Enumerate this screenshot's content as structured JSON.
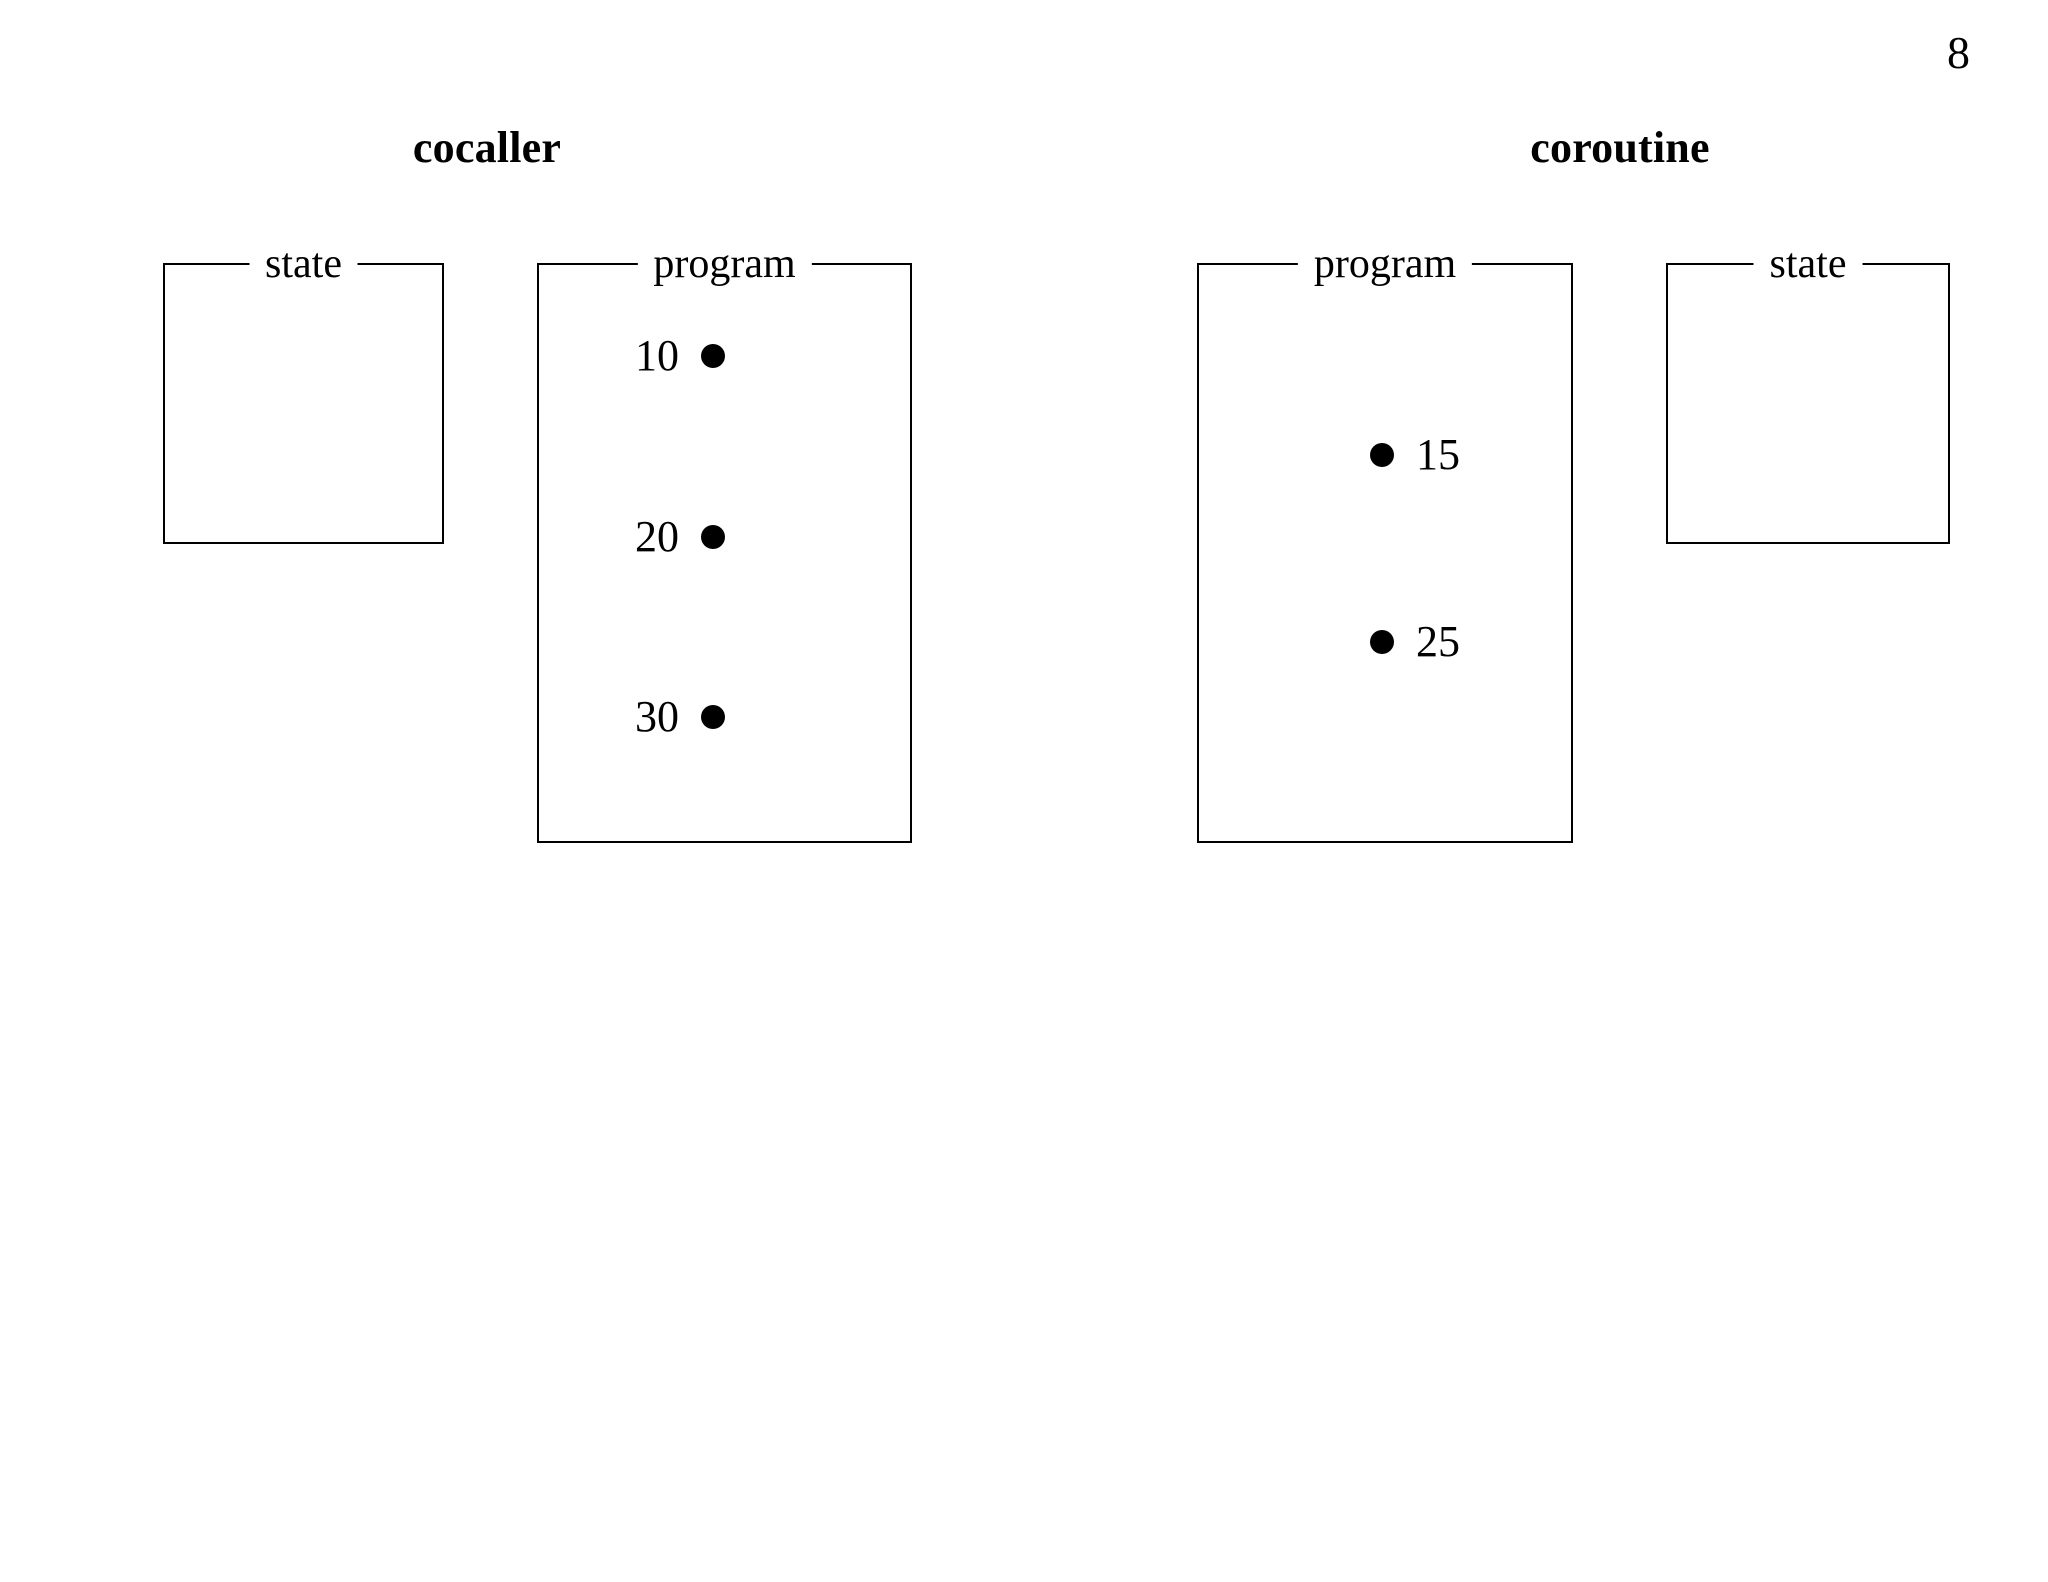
{
  "page": {
    "number": "8",
    "background_color": "#ffffff",
    "ink_color": "#000000"
  },
  "columns": [
    {
      "id": "cocaller",
      "title": "cocaller",
      "boxes": [
        {
          "id": "cocaller-state",
          "legend": "state",
          "entries": []
        },
        {
          "id": "cocaller-program",
          "legend": "program",
          "entries": [
            {
              "label": "10",
              "marker": "bullet",
              "marker_position": "right"
            },
            {
              "label": "20",
              "marker": "bullet",
              "marker_position": "right"
            },
            {
              "label": "30",
              "marker": "bullet",
              "marker_position": "right"
            }
          ]
        }
      ]
    },
    {
      "id": "coroutine",
      "title": "coroutine",
      "boxes": [
        {
          "id": "coroutine-program",
          "legend": "program",
          "entries": [
            {
              "label": "15",
              "marker": "bullet",
              "marker_position": "left"
            },
            {
              "label": "25",
              "marker": "bullet",
              "marker_position": "left"
            }
          ]
        },
        {
          "id": "coroutine-state",
          "legend": "state",
          "entries": []
        }
      ]
    }
  ],
  "labels": {
    "cocaller_title": "cocaller",
    "coroutine_title": "coroutine",
    "state_legend_left": "state",
    "program_legend_left": "program",
    "program_legend_right": "program",
    "state_legend_right": "state",
    "line_10": "10",
    "line_20": "20",
    "line_30": "30",
    "line_15": "15",
    "line_25": "25"
  }
}
